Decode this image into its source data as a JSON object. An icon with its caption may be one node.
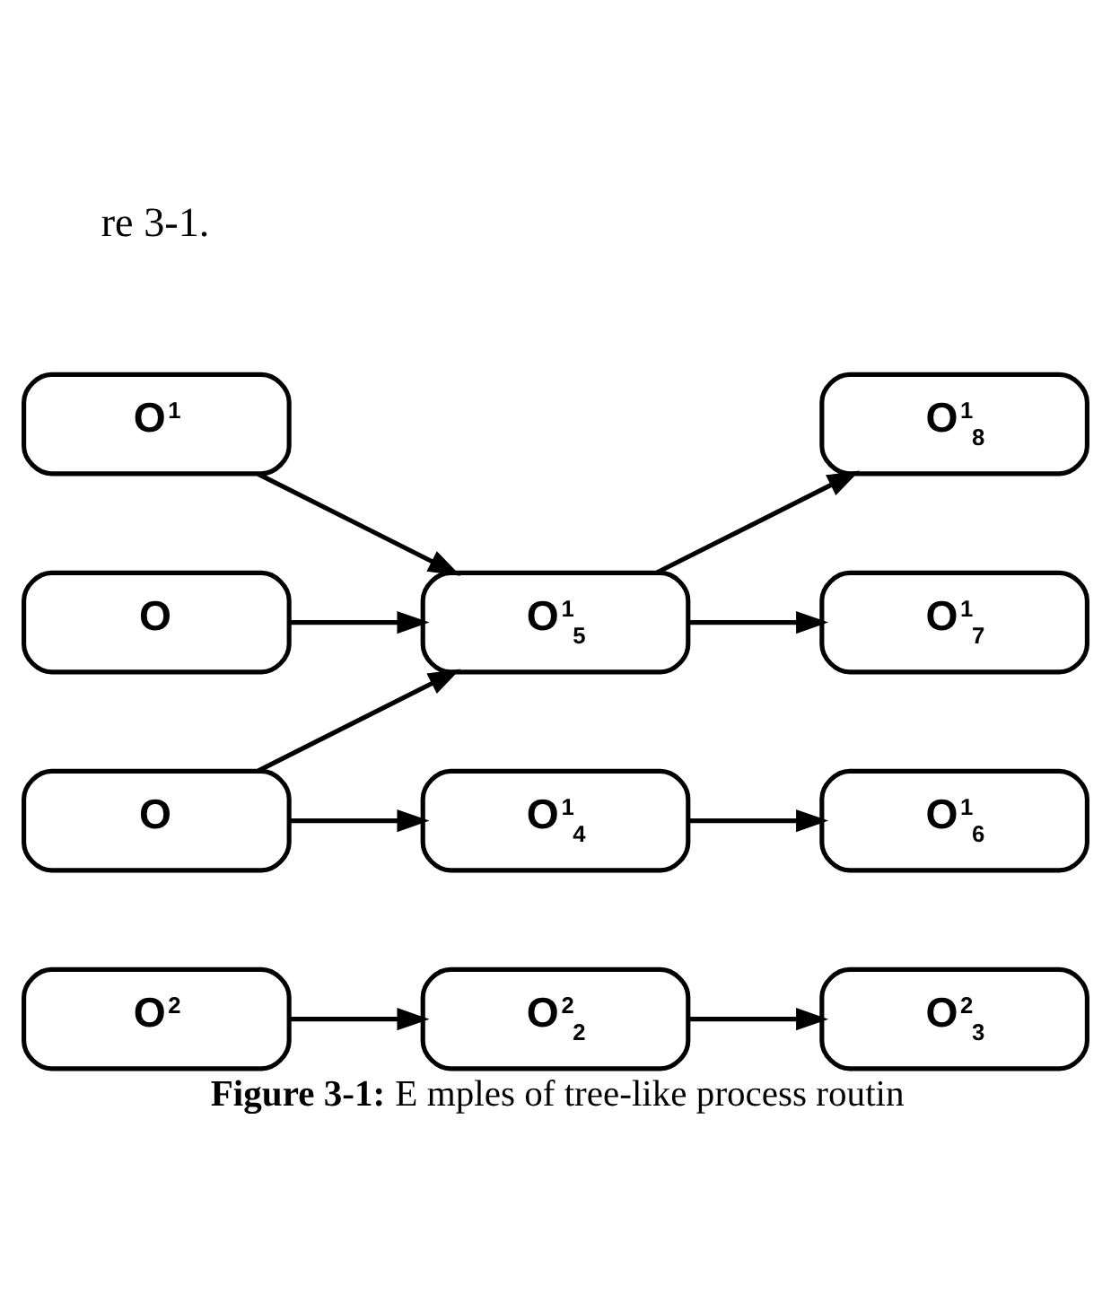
{
  "diagram": {
    "caption": "**Figure 3-1:** E mples of tree-like process routin",
    "nodes": [
      {
        "text": [
          "O"
        ]
      },
      {
        "text": [
          "O$^{1}$$_{4}$"
        ]
      },
      {
        "text": [
          "O$^{1}$$_{6}$"
        ]
      },
      {
        "text": [
          "O"
        ]
      },
      {
        "text": [
          "O$^{1}$$_{5}$"
        ]
      },
      {
        "text": [
          "O$^{1}$$_{7}$"
        ]
      },
      {
        "text": [
          "O$^{1}$"
        ]
      },
      {
        "text": [
          "O$^{1}$$_{8}$"
        ]
      },
      {
        "text": [
          "O$^{2}$"
        ]
      },
      {
        "text": [
          "O$^{2}$$_{2}$"
        ]
      },
      {
        "text": [
          "O$^{2}$$_{3}$"
        ]
      }
    ],
    "edges": [
      {
        "from": 0,
        "to": 1,
        "arrow": "to"
      },
      {
        "from": 1,
        "to": 2,
        "arrow": "to"
      },
      {
        "from": 0,
        "to": 4,
        "arrow": "to"
      },
      {
        "from": 3,
        "to": 4,
        "arrow": "to"
      },
      {
        "from": 6,
        "to": 4,
        "arrow": "to"
      },
      {
        "from": 4,
        "to": 5,
        "arrow": "to"
      },
      {
        "from": 4,
        "to": 7,
        "arrow": "to"
      },
      {
        "from": 8,
        "to": 9,
        "arrow": "to"
      },
      {
        "from": 9,
        "to": 10,
        "arrow": "to"
      }
    ],
    "labels": [
      "re 3-1."
    ]
  }
}
